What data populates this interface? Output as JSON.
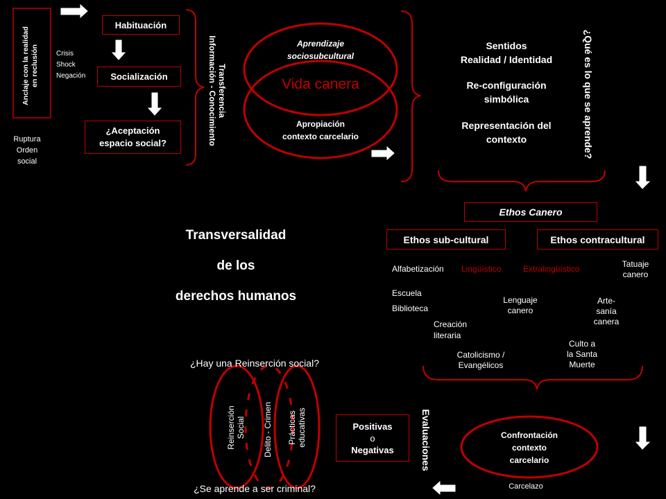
{
  "colors": {
    "background": "#000000",
    "accent": "#c00000",
    "text": "#ffffff"
  },
  "anclaje": "Anclaje con la realidad en reclusión",
  "anclaje_line1": "Anclaje con la realidad",
  "anclaje_line2": "en reclusión",
  "crisis_items": [
    "Crisis",
    "Shock",
    "Negación"
  ],
  "ruptura": [
    "Ruptura",
    "Orden",
    "social"
  ],
  "habituacion": "Habituación",
  "socializacion": "Socialización",
  "aceptacion": [
    "¿Aceptación",
    "espacio social?"
  ],
  "transferencia": "Transferencia",
  "informacion": "Información - Conocimiento",
  "aprendizaje": [
    "Aprendizaje",
    "sociosubcultural"
  ],
  "vida_canera": "Vida canera",
  "apropiacion": [
    "Apropiación",
    "contexto carcelario"
  ],
  "sentidos": [
    "Sentidos",
    "Realidad / Identidad"
  ],
  "reconfig": [
    "Re-configuración",
    "simbólica"
  ],
  "representacion": [
    "Representación del",
    "contexto"
  ],
  "que_se_aprende": "¿Qué es lo que se aprende?",
  "ethos_canero": "Ethos Canero",
  "ethos_sub": "Ethos sub-cultural",
  "ethos_contra": "Ethos contracultural",
  "alfabetizacion": "Alfabetización",
  "linguistico": "Lingüístico",
  "extralinguistico": "Extralingüístico",
  "tatuaje": [
    "Tatuaje",
    "canero"
  ],
  "escuela": "Escuela",
  "biblioteca": "Biblioteca",
  "lenguaje": [
    "Lenguaje",
    "canero"
  ],
  "artesania": [
    "Arte-",
    "sanía",
    "canera"
  ],
  "creacion": [
    "Creación",
    "literaria"
  ],
  "culto": [
    "Culto a",
    "la Santa",
    "Muerte"
  ],
  "catolicismo": [
    "Catolicismo /",
    "Evangélicos"
  ],
  "transversalidad": [
    "Transversalidad",
    "de los",
    "derechos humanos"
  ],
  "hay_reinsercion": "¿Hay una Reinserción social?",
  "reinsercion": [
    "Reinserción",
    "Social"
  ],
  "delito": "Delito - Crimen",
  "practicas": [
    "Prácticas",
    "educativas"
  ],
  "se_aprende_criminal": "¿Se aprende a ser criminal?",
  "positivas": [
    "Positivas",
    "o",
    "Negativas"
  ],
  "evaluaciones": "Evaluaciones",
  "confrontacion": [
    "Confrontación",
    "contexto",
    "carcelario"
  ],
  "carcelazo": "Carcelazo"
}
